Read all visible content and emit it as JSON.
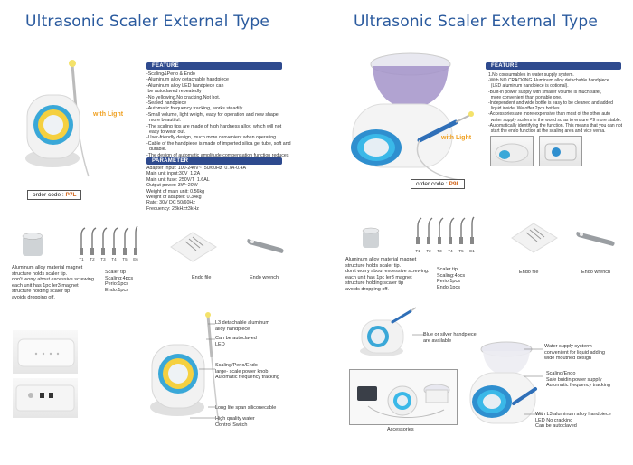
{
  "left": {
    "title": "Ultrasonic Scaler External Type",
    "with_light": "with Light",
    "order_prefix": "order code : ",
    "order_code": "P7L",
    "feature_header": "FEATURE",
    "feature_text": "-Scaling&Perio & Endo\n-Aluminum alloy detachable handpiece\n-Aluminum alloy LED handpiece can\n be autoclaved repeatedly\n-No yellowing.No cracking.Not hot.\n-Sealed handpiece\n-Automatic frequency tracking, works steadily\n-Small volume, light weight, easy for operation and new shape,\n  more beautiful.\n-The scaling tips are made of high hardness alloy, which will not\n  easy to wear out.\n-User-friendly design, much more convenient when operating.\n-Cable of the handpiece is made of imported silica gel tube, soft and\n  durable.\n-The design of automatic amplitude compensation function reduces\n  patients' discomfort.",
    "param_header": "PARAMETER",
    "param_text": "Adapter Input: 100-240V~  50/60Hz  0.7A-0.4A\nMain unit input:30V  1.2A\nMain unit fuse: 250V/T  1.6AL\nOutput power: 3W~20W\nWeight of main unit: 0.56kg\nWeight of adapter: 0.34kg\nRate: 30V DC 50/60Hz\nFrequency: 28kHz±3kHz",
    "holder_caption": "Aluminum alloy material magnet\nstructure holds scaler tip.\ndon't worry about excessive screwing.\neach unit has 1pc ler3 magnet\nstructure holding scaler tip\navoids dropping off.",
    "tip_labels": [
      "T1",
      "T2",
      "T3",
      "T4",
      "T5",
      "E6"
    ],
    "tip_caption": "Scaler tip\nScaling:4pcs\nPerio:1pcs\nEndo:1pcs",
    "endo_file": "Endo file",
    "endo_wrench": "Endo wrench",
    "callout_top": "L3 detachable aluminum\nalloy handpiece",
    "callout_autoclave": "Can be autoclaved\nLED",
    "callout_perio": "Scaling/Perio/Endo\nlarge- scale power knob\nAutomatic frequency tracking",
    "callout_cable": "Long life span siliconecable",
    "callout_water": "High quality water\nControl Switch"
  },
  "right": {
    "title": "Ultrasonic Scaler External Type",
    "with_light": "with Light",
    "order_prefix": "order code : ",
    "order_code": "P9L",
    "feature_header": "FEATURE",
    "feature_text": "1.No consumables in water supply system.\n-With NO CRACKING Aluminum alloy detachable handpiece\n  (LED aluminum handpiece is optional).\n-Built-in power supply with smaller volume is much safer,\n  more convenient than portable one.\n-Independent and wide bottle is easy to be cleaned and added\n  liquid inside. We offer 2pcs bottles.\n-Accessories are more expensive than most of the other auto\n  water supply scalers in the world so as to ensure P9 more stable.\n-Automatically identifying the function. This means that you can not\n  start the endo function at the scaling area and vice versa.",
    "holder_caption": "Aluminum alloy material magnet\nstructure holds scaler tip.\ndon't worry about excessive screwing.\neach unit has 1pc ler3 magnet\nstructure holding scaler tip\navoids dropping off.",
    "tip_labels": [
      "T1",
      "T2",
      "T3",
      "T4",
      "T5",
      "E1"
    ],
    "tip_caption": "Scaler tip\nScaling:4pcs\nPerio:1pcs\nEndo:1pcs",
    "endo_file": "Endo file",
    "endo_wrench": "Endo wrench",
    "callout_handpiece": "Blue or silver handpiece\nare available",
    "accessories": "Accessories",
    "callout_water": "Water supply systerm\nconvenient for liquid adding\nwide mouthed design",
    "callout_perio": "Scaling/Endo\nSafe buidin power supply\nAutomatic frequency tracking",
    "callout_led": "With L3 aluminum alloy handpiece\nLED No cracking\nCan be autoclaved"
  }
}
